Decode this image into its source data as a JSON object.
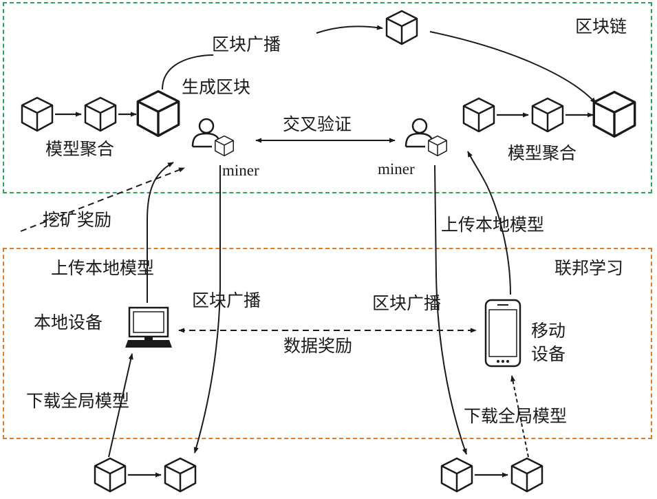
{
  "colors": {
    "blockchain_border": "#2aa35a",
    "federated_border": "#e07b24",
    "ink": "#1a1a1a"
  },
  "regions": {
    "blockchain": "区块链",
    "federated_learning": "联邦学习"
  },
  "labels": {
    "block_broadcast_top": "区块广播",
    "generate_block": "生成区块",
    "model_aggregation_left": "模型聚合",
    "model_aggregation_right": "模型聚合",
    "cross_validation": "交叉验证",
    "miner_left": "miner",
    "miner_right": "miner",
    "mining_reward": "挖矿奖励",
    "upload_local_model_left": "上传本地模型",
    "upload_local_model_right": "上传本地模型",
    "block_broadcast_left": "区块广播",
    "block_broadcast_right": "区块广播",
    "local_device": "本地设备",
    "data_reward": "数据奖励",
    "mobile_device_line1": "移动",
    "mobile_device_line2": "设备",
    "download_global_model_left": "下载全局模型",
    "download_global_model_right": "下载全局模型"
  },
  "icons": {
    "block": "cube-icon",
    "miner": "miner-user-icon",
    "computer": "computer-icon",
    "mobile": "mobile-phone-icon"
  }
}
